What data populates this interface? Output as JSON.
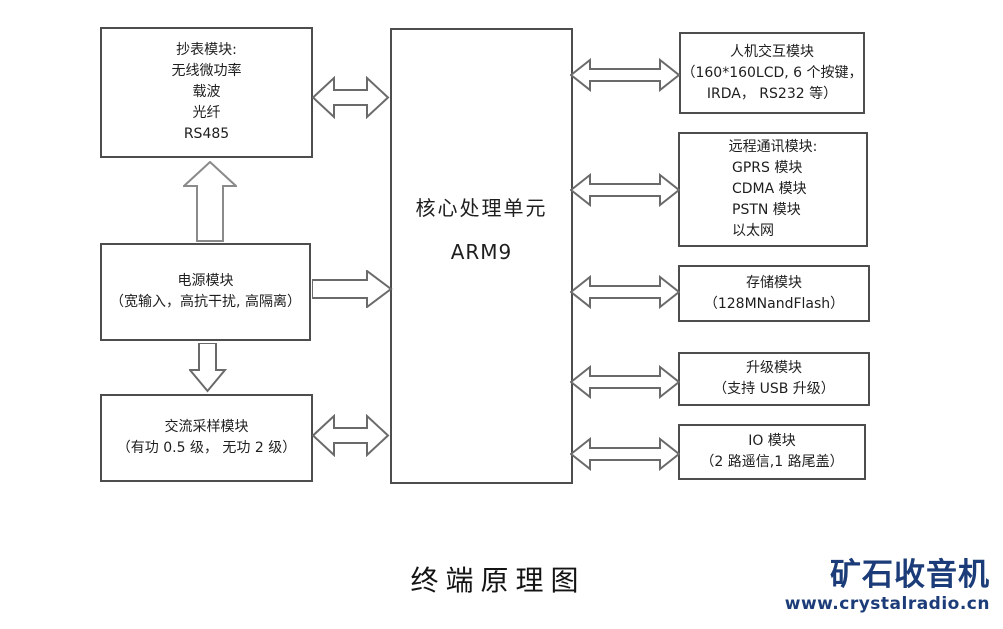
{
  "diagram": {
    "title": "终端原理图",
    "center_unit": {
      "name": "核心处理单元",
      "chip": "ARM9"
    },
    "boxes": {
      "meter": {
        "lines": [
          "抄表模块:",
          "无线微功率",
          "载波",
          "光纤",
          "RS485"
        ]
      },
      "power": {
        "lines": [
          "电源模块",
          "（宽输入，高抗干扰, 高隔离）"
        ]
      },
      "ac_sampling": {
        "lines": [
          "交流采样模块",
          "（有功 0.5 级， 无功 2 级）"
        ]
      },
      "hmi": {
        "lines": [
          "人机交互模块",
          "（160*160LCD, 6 个按键，",
          "IRDA， RS232 等）"
        ]
      },
      "remote_comm": {
        "lines": [
          "远程通讯模块:",
          "GPRS 模块",
          "CDMA 模块",
          "PSTN 模块",
          "以太网"
        ]
      },
      "storage": {
        "lines": [
          "存储模块",
          "（128MNandFlash）"
        ]
      },
      "upgrade": {
        "lines": [
          "升级模块",
          "（支持 USB 升级）"
        ]
      },
      "io": {
        "lines": [
          "IO 模块",
          "（2 路遥信,1 路尾盖）"
        ]
      }
    },
    "colors": {
      "box_border": "#4d4d4d",
      "arrow_stroke": "#6a6a6a",
      "watermark_blue": "#1b3c78"
    }
  },
  "watermark": {
    "name": "矿石收音机",
    "url": "www.crystalradio.cn"
  }
}
